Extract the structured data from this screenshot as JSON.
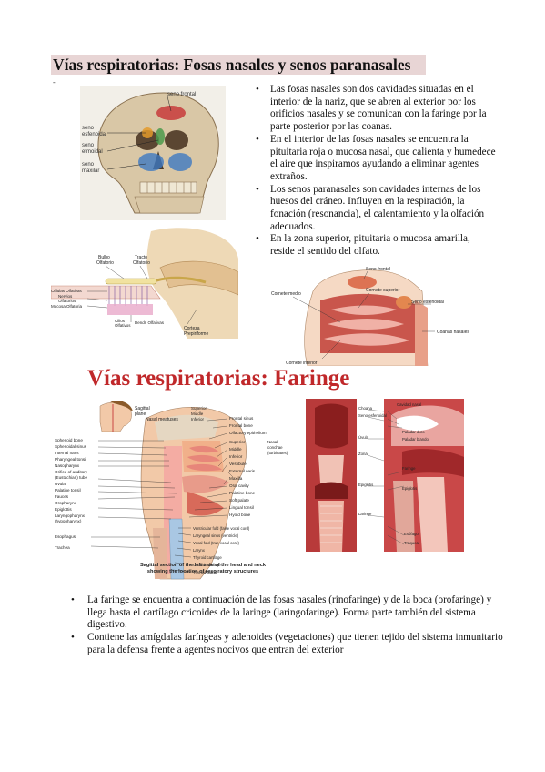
{
  "section1": {
    "title": "Vías respiratorias: Fosas nasales y senos paranasales",
    "mark": "-",
    "bullets": [
      "Las fosas nasales son dos cavidades situadas en el interior de la nariz, que se abren al exterior por los orificios nasales y se comunican con la faringe por la parte posterior por las coanas.",
      "En el interior de las fosas nasales se encuentra la pituitaria roja o mucosa nasal, que calienta y humedece el aire que inspiramos ayudando a eliminar agentes extraños.",
      "Los senos paranasales son cavidades internas de los huesos del cráneo. Influyen en la respiración, la fonación (resonancia), el calentamiento y la olfación adecuados.",
      "En la zona superior, pituitaria o mucosa amarilla, reside el sentido del olfato."
    ],
    "skull_labels": {
      "frontal": "seno frontal",
      "esfenoidal_1": "seno",
      "esfenoidal_2": "esfenoidal",
      "etmoidal_1": "seno",
      "etmoidal_2": "etmoidal",
      "maxilar_1": "seno",
      "maxilar_2": "maxilar"
    },
    "olfactory_labels": {
      "bulbo_1": "Bulbo",
      "bulbo_2": "Olfatorio",
      "tracto_1": "Tracto",
      "tracto_2": "Olfatorio",
      "left_1": "Células Olfativas",
      "left_2": "Nervios",
      "left_3": "Olfatorios",
      "left_4": "Mucosa Olfatoria",
      "bottom_1": "Cilios",
      "bottom_2": "Olfativos",
      "bottom_3": "Dendr. Olfativas",
      "cortex_1": "Corteza",
      "cortex_2": "Prepiriforme"
    },
    "nasal_labels": {
      "frontal": "Seno frontal",
      "cornete_superior": "Cornete superior",
      "cornete_medio": "Cornete medio",
      "esfenoidal": "Seno esfenoidal",
      "coanas": "Coanas nasales",
      "cornete_inferior": "Cornete inferior"
    }
  },
  "section2": {
    "title": "Vías respiratorias: Faringe",
    "bullets": [
      "La faringe se encuentra a continuación de las fosas nasales (rinofaringe) y de la boca (orofaringe) y llega hasta el cartílago cricoides de la laringe (laringofaringe). Forma parte también del sistema digestivo.",
      "Contiene las amígdalas faríngeas y adenoides (vegetaciones) que tienen tejido del sistema inmunitario para la defensa frente a agentes nocivos que entran del exterior"
    ],
    "sagittal_left_labels": [
      "Sphenoid bone",
      "Sphenoidal sinus",
      "Internal naris",
      "Pharyngeal tonsil",
      "Nasopharynx",
      "Orifice of auditory",
      "(Eustachian) tube",
      "Uvula",
      "Palatine tonsil",
      "Fauces",
      "Oropharynx",
      "Epiglottis",
      "Laryngopharynx",
      "(hypopharynx)",
      "Esophagus",
      "Trachea"
    ],
    "sagittal_top_labels": {
      "sagittal_1": "Sagittal",
      "sagittal_2": "plane",
      "nasal_meatuses": "Nasal meatuses",
      "superior": "Superior",
      "middle": "Middle",
      "inferior": "Inferior"
    },
    "sagittal_right_labels": [
      "Frontal sinus",
      "Frontal bone",
      "Olfactory epithelium",
      "Superior",
      "Middle",
      "Inferior",
      "Vestibule",
      "External naris",
      "Maxilla",
      "Oral cavity",
      "Palatine bone",
      "Soft palate",
      "Lingual tonsil",
      "Hyoid bone"
    ],
    "concha_labels": {
      "nasal_1": "Nasal",
      "nasal_2": "conchae",
      "nasal_3": "(turbinates)"
    },
    "sagittal_bottom_labels": [
      "Ventricular fold (false vocal cord)",
      "Laryngeal sinus (ventricle)",
      "Vocal fold (true vocal cord)",
      "Larynx",
      "Thyroid cartilage",
      "Cricoid cartilage",
      "Thyroid gland"
    ],
    "sagittal_caption_1": "Sagittal section of the left side of the head and neck",
    "sagittal_caption_2": "showing the location of respiratory structures",
    "right_fig_left_labels": [
      "Choana",
      "Seno esfenoidal",
      "Úvula",
      "Zona",
      "Epiglotis",
      "Laringe"
    ],
    "right_fig_right_labels": [
      "Cavidad nasal",
      "Paladar duro",
      "Paladar blando",
      "Faringe",
      "Epiglotis",
      "Esófago",
      "Tráquea"
    ]
  }
}
